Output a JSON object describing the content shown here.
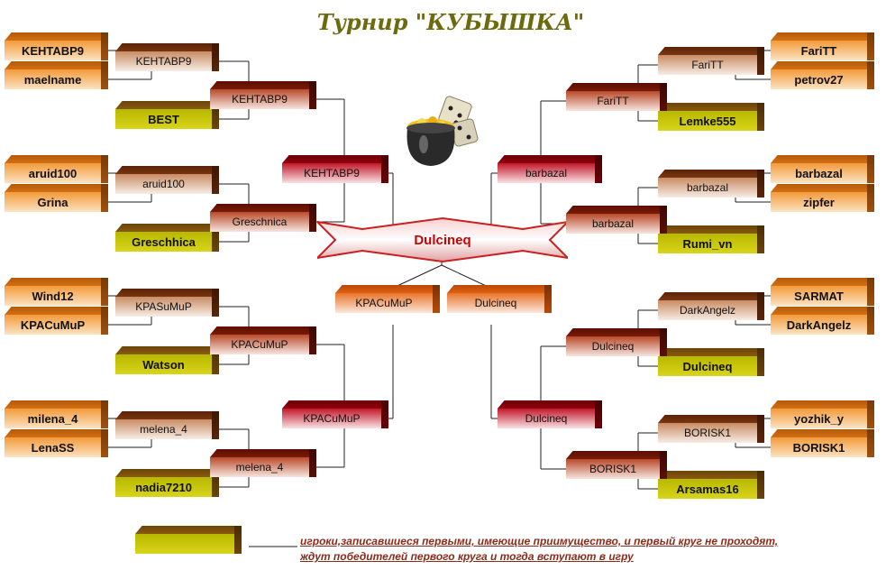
{
  "title": "Турнир \"КУБЫШКА\"",
  "champion": "Dulcineq",
  "colors": {
    "orange": "#f29a3a",
    "olive": "#c8c40a",
    "brown": "#7a3410",
    "maroon": "#7a1a08",
    "red": "#900010",
    "semi": "#e06010",
    "note": "#8b2c1a",
    "title": "#6b6b0e"
  },
  "left": {
    "round1": [
      "KEHTABP9",
      "maelname",
      "aruid100",
      "Grina",
      "Wind12",
      "KPACuMuP",
      "milena_4",
      "LenaSS"
    ],
    "seeded": [
      "BEST",
      "Greschhica",
      "Watson",
      "nadia7210"
    ],
    "round2": [
      "KEHTABP9",
      "aruid100",
      "KPASuMuP",
      "melena_4"
    ],
    "round3": [
      "KEHTABP9",
      "Greschnica",
      "KPACuMuP",
      "melena_4"
    ],
    "quarter": [
      "KEHTABP9",
      "KPACuMuP"
    ],
    "semi": "KPACuMuP"
  },
  "right": {
    "round1": [
      "FariTT",
      "petrov27",
      "barbazal",
      "zipfer",
      "SARMAT",
      "DarkAngelz",
      "yozhik_y",
      "BORISK1"
    ],
    "seeded": [
      "Lemke555",
      "Rumi_vn",
      "Dulcineq",
      "Arsamas16"
    ],
    "round2": [
      "FariTT",
      "barbazal",
      "DarkAngelz",
      "BORISK1"
    ],
    "round3": [
      "FariTT",
      "barbazal",
      "Dulcineq",
      "BORISK1"
    ],
    "quarter": [
      "barbazal",
      "Dulcineq"
    ],
    "semi": "Dulcineq"
  },
  "legend": {
    "line1": "игроки,записавшиеся первыми, имеющие приимущество, и первый круг не проходят,",
    "line2": "ждут победителей первого круга и тогда вступают в игру"
  }
}
